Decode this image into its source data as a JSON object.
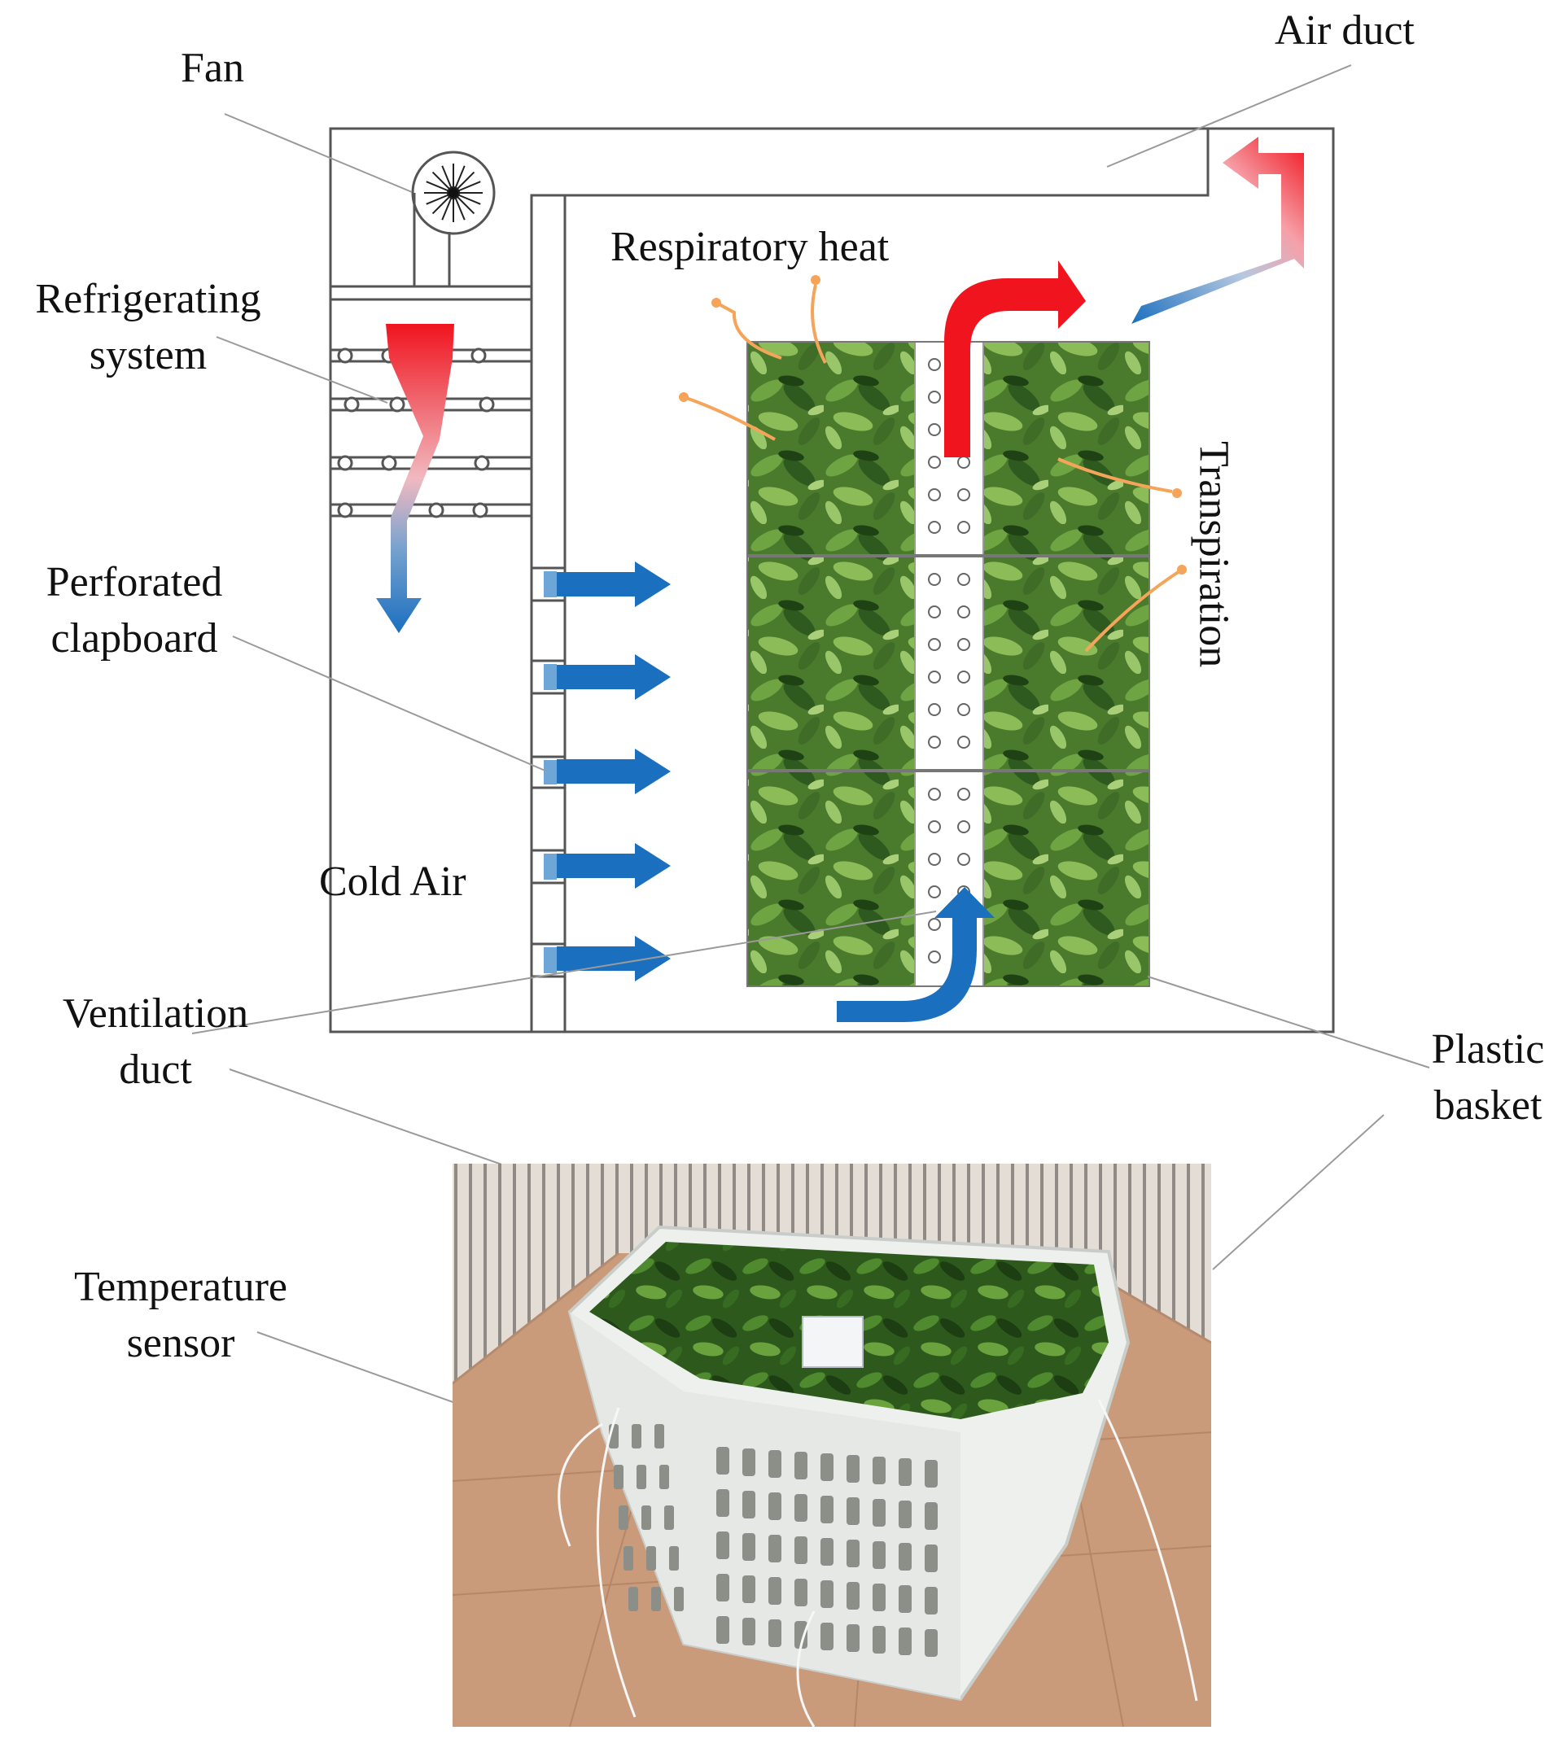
{
  "labels": {
    "fan": "Fan",
    "air_duct": "Air duct",
    "refrigerating_system": [
      "Refrigerating",
      "system"
    ],
    "respiratory_heat": "Respiratory heat",
    "perforated_clapboard": [
      "Perforated",
      "clapboard"
    ],
    "transpiration": "Transpiration",
    "cold_air": "Cold Air",
    "ventilation_duct": [
      "Ventilation",
      "duct"
    ],
    "plastic_basket": [
      "Plastic",
      "basket"
    ],
    "temperature_sensor": [
      "Temperature",
      "sensor"
    ]
  },
  "colors": {
    "line": "#555555",
    "leader": "#9a9a9a",
    "hot_air": "#f0141e",
    "cold_air": "#1a6fbf",
    "small_flow": "#f6a45a",
    "leaf_dark": "#2f5a1f",
    "leaf_light": "#7fb04a",
    "basket": "#eef0ee",
    "floor": "#c99b7a"
  }
}
